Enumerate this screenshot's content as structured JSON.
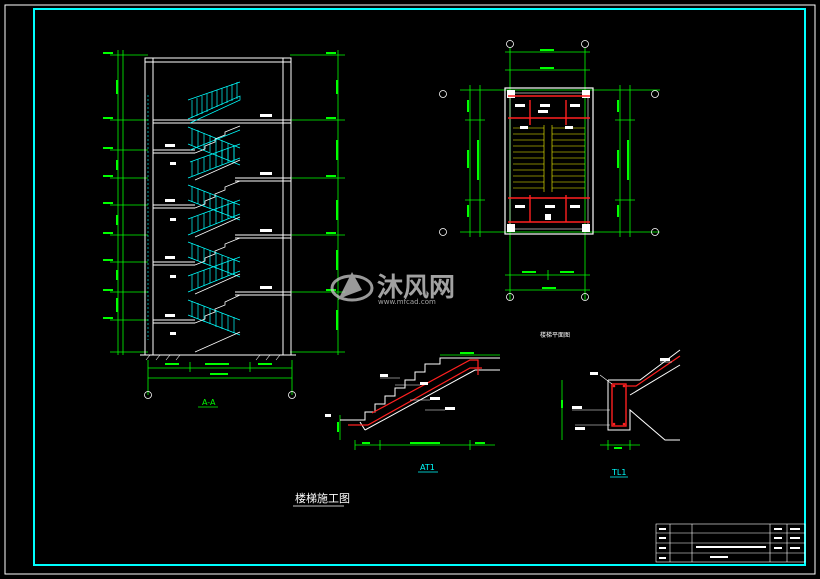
{
  "drawing": {
    "section_label": "A-A",
    "plan_label": "楼梯平面图",
    "at1_label": "AT1",
    "tl1_label": "TL1",
    "main_title": "楼梯施工图",
    "watermark_brand": "沐风网",
    "watermark_url": "www.mfcad.com"
  },
  "colors": {
    "background": "#000000",
    "frame": "#00ffff",
    "line": "#ffffff",
    "dim": "#00ff00",
    "rebar": "#ff2020",
    "stair": "#00ffff"
  }
}
